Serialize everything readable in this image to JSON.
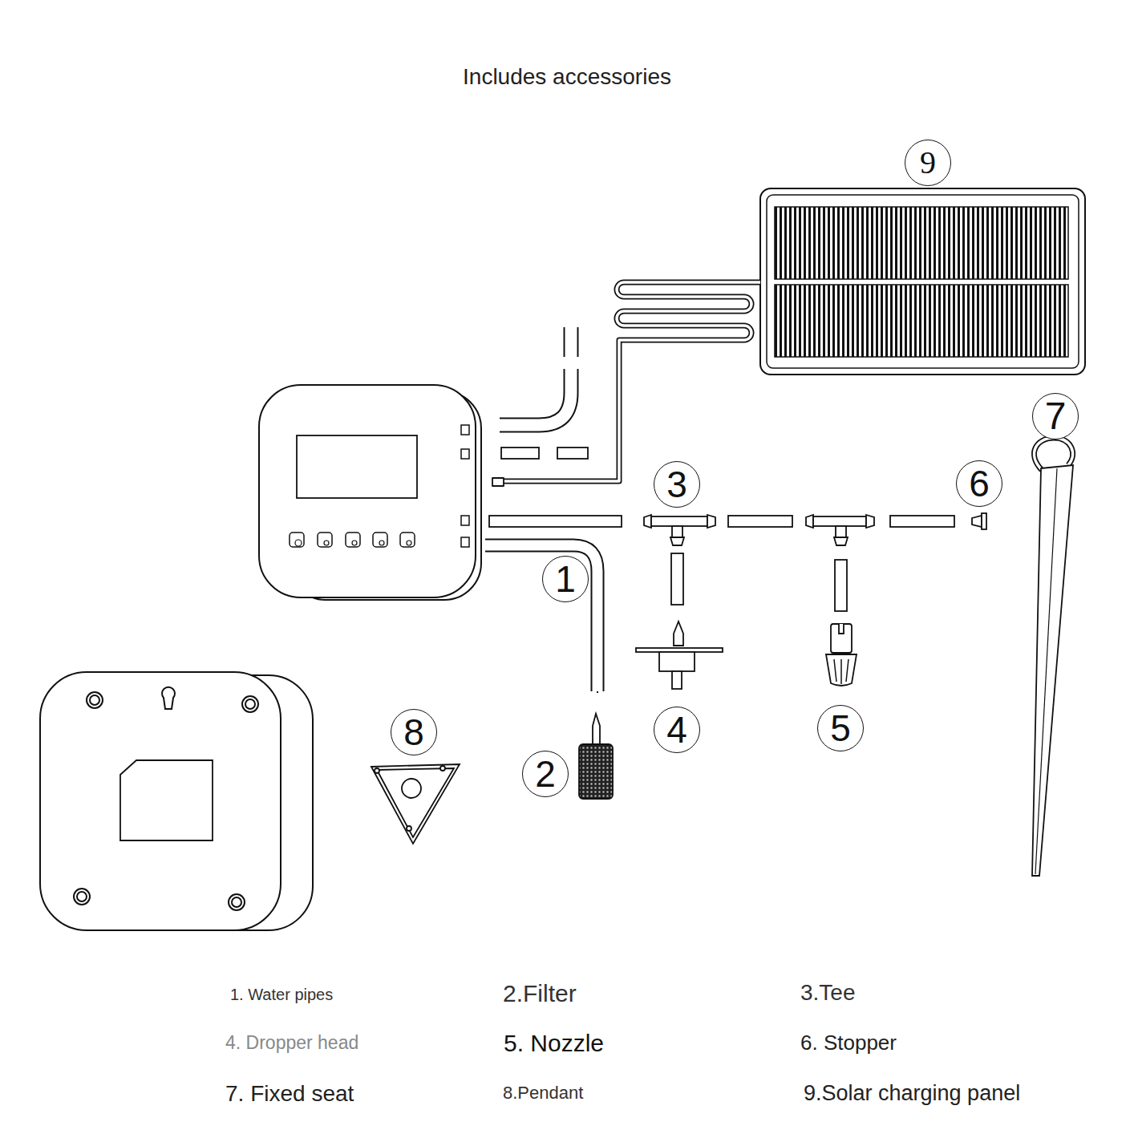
{
  "diagram": {
    "title": "Includes accessories",
    "labels": [
      "9",
      "7",
      "3",
      "6",
      "1",
      "4",
      "5",
      "8",
      "2",
      "1. Water pipes",
      "2.Filter",
      "3.Tee",
      "4. Dropper head",
      "5. Nozzle",
      "6. Stopper",
      "7. Fixed seat",
      "8.Pendant",
      "9.Solar charging panel"
    ]
  }
}
